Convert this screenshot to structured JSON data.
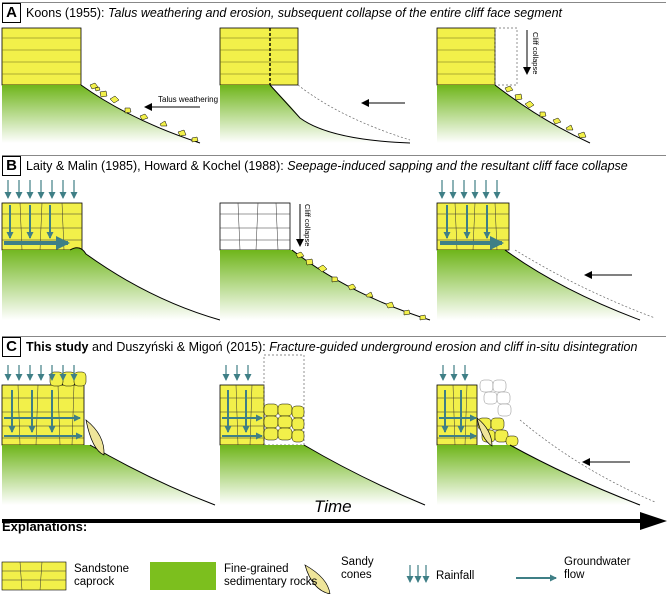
{
  "rows": [
    {
      "letter": "A",
      "plain": "Koons (1955):",
      "italic": "Talus weathering and erosion, subsequent collapse of the entire cliff face segment"
    },
    {
      "letter": "B",
      "plain": "Laity & Malin (1985), Howard & Kochel (1988):",
      "italic": "Seepage-induced sapping and the resultant cliff face collapse"
    },
    {
      "letter": "C",
      "bold": "This study",
      "plain": "and Duszyński & Migoń (2015):",
      "italic": "Fracture-guided underground erosion and cliff in-situ disintegration"
    }
  ],
  "annotations": {
    "talus_weathering": "Talus weathering",
    "cliff_collapse": "Cliff collapse"
  },
  "time_label": "Time",
  "legend": {
    "title": "Explanations:",
    "items": [
      {
        "label_line1": "Sandstone",
        "label_line2": "caprock",
        "icon": "sandstone-caprock-swatch"
      },
      {
        "label_line1": "Fine-grained",
        "label_line2": "sedimentary rocks",
        "icon": "fine-grained-rock-swatch"
      },
      {
        "label_line1": "Sandy",
        "label_line2": "cones",
        "icon": "sandy-cone-icon"
      },
      {
        "label_line1": "Rainfall",
        "label_line2": "",
        "icon": "rainfall-arrows-icon"
      },
      {
        "label_line1": "Groundwater",
        "label_line2": "flow",
        "icon": "groundwater-flow-arrow-icon"
      }
    ]
  },
  "colors": {
    "sandstone": "#f2f04a",
    "rock_green": "#7cbf1e",
    "rock_light": "#ffffff",
    "water_arrow": "#3f7f86",
    "cone": "#efe59a"
  }
}
